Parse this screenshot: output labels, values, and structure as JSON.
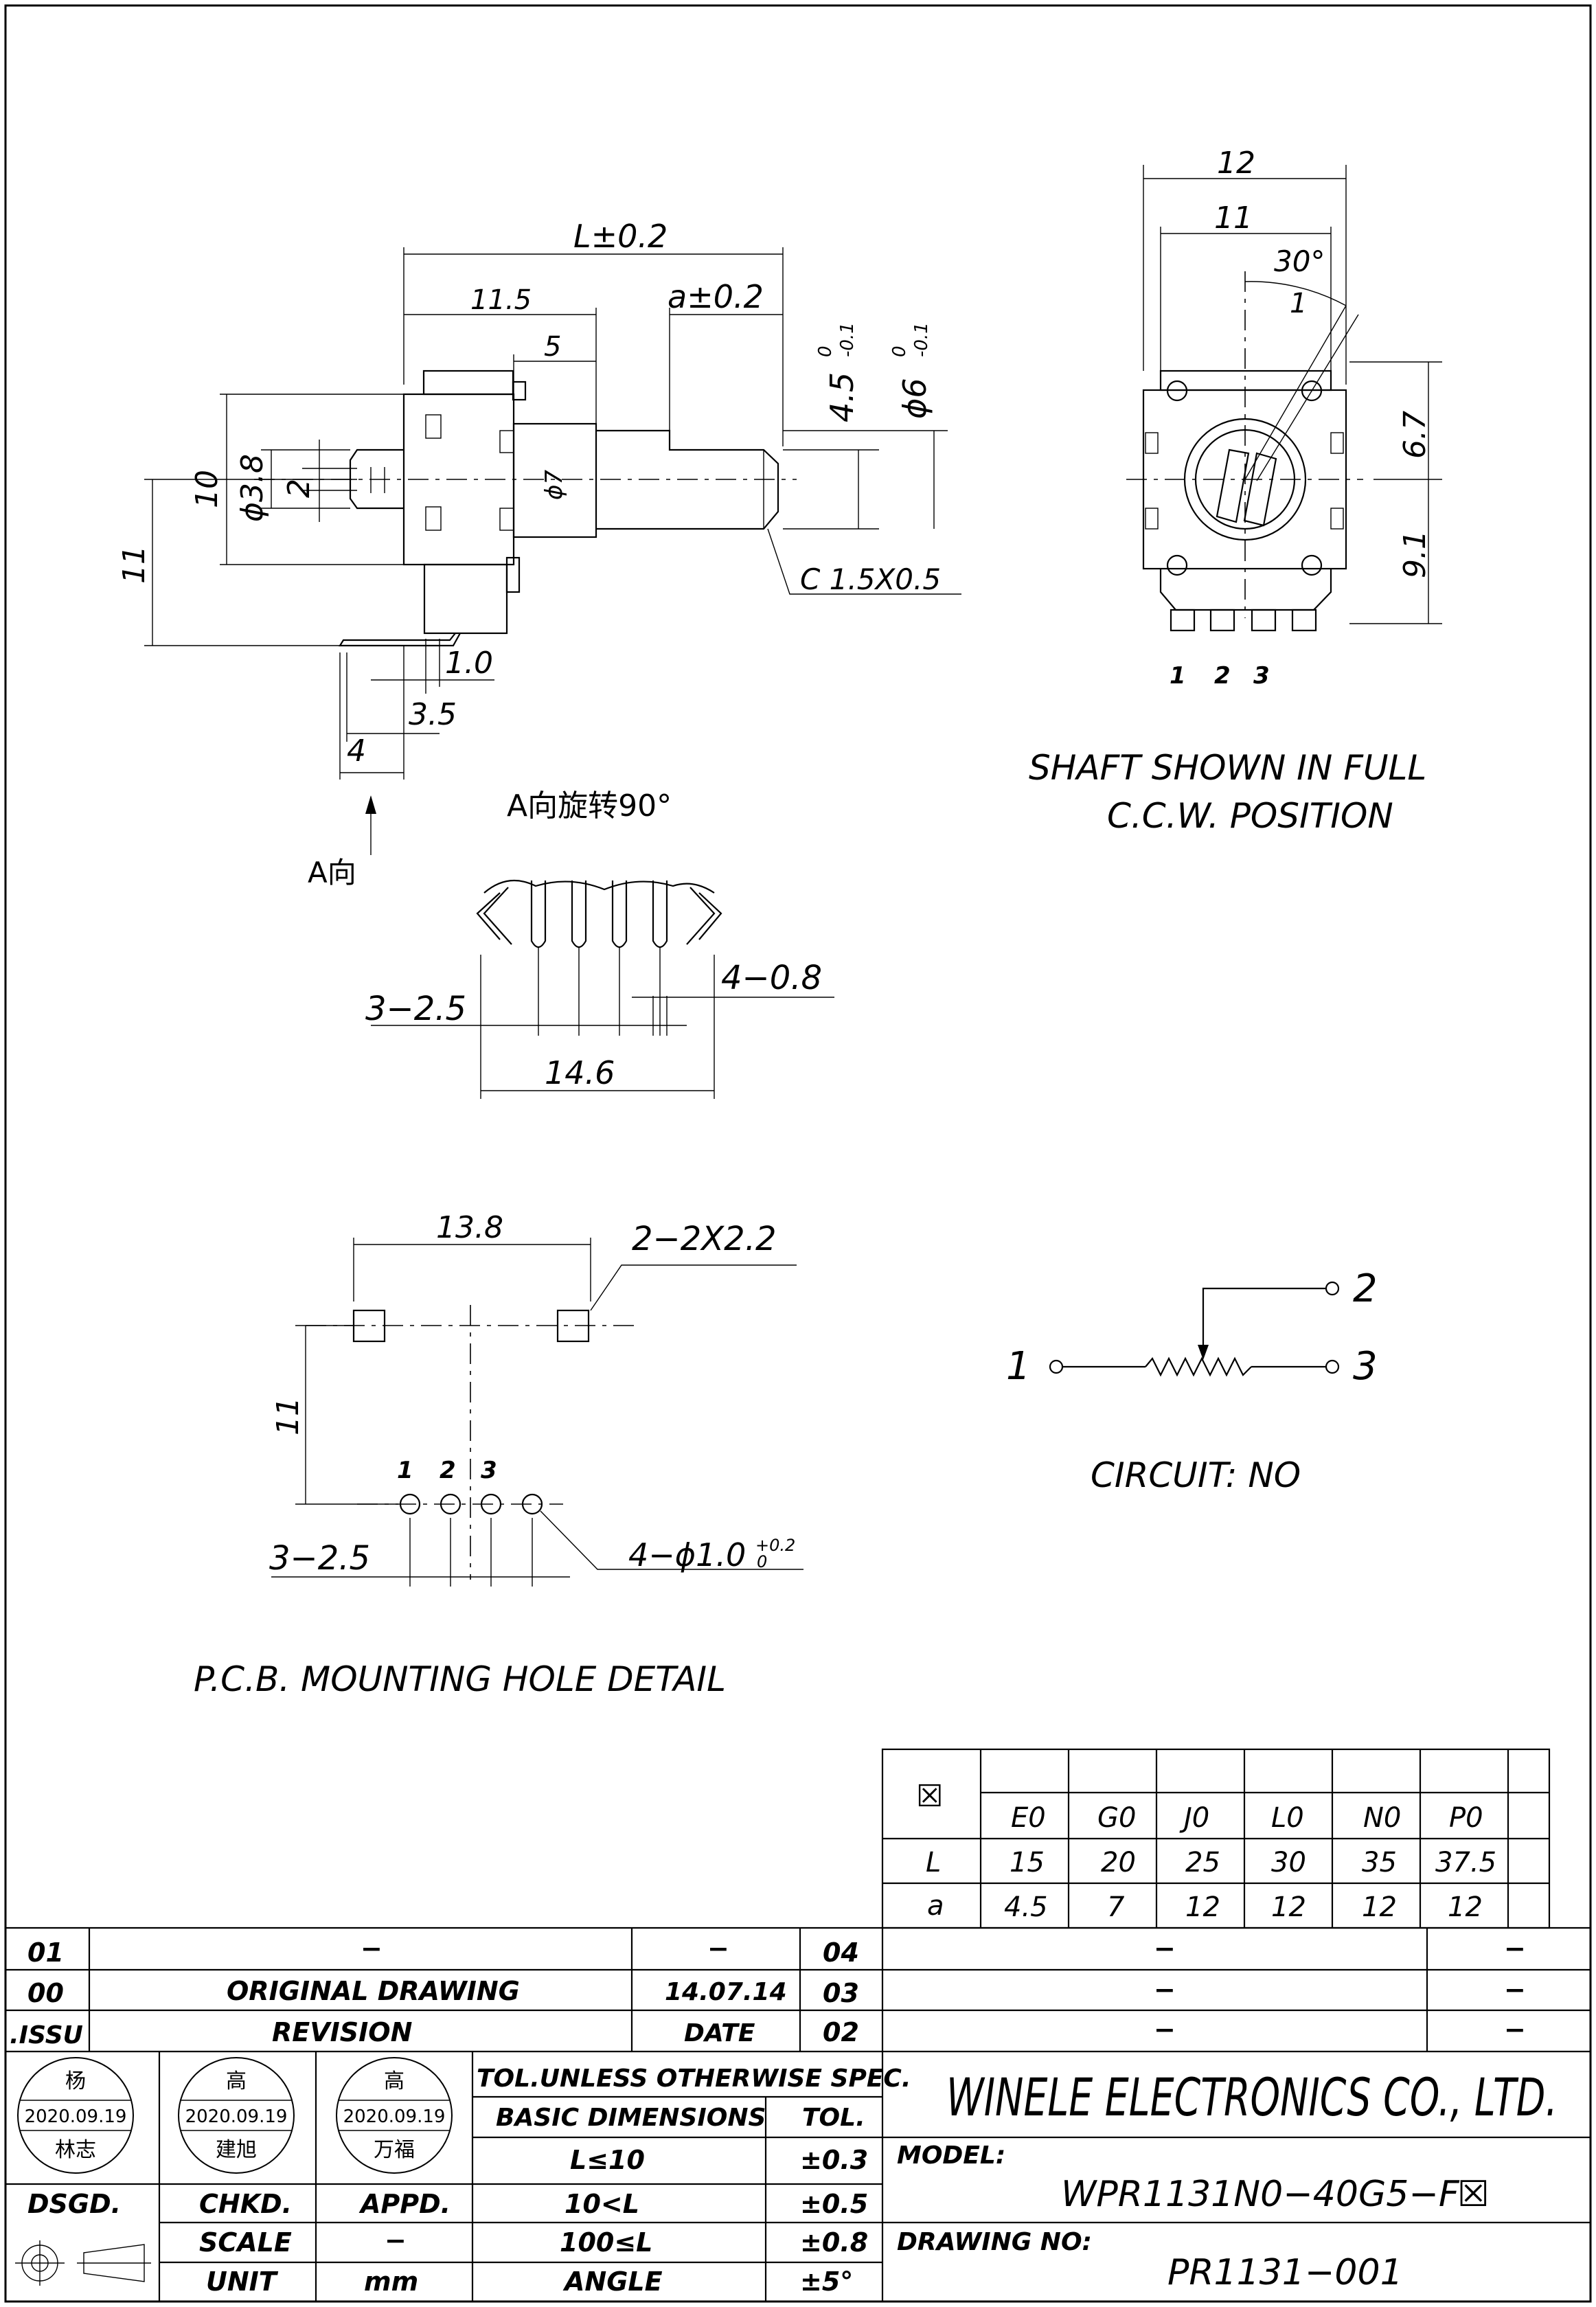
{
  "side_view": {
    "dim_L": "L±0.2",
    "dim_11_5": "11.5",
    "dim_a": "a±0.2",
    "dim_5": "5",
    "dim_4_5": "4.5",
    "dim_4_5_tol_upper": "0",
    "dim_4_5_tol_lower": "-0.1",
    "dim_phi6": "ϕ6",
    "dim_phi6_tol_upper": "0",
    "dim_phi6_tol_lower": "-0.1",
    "dim_10": "10",
    "dim_phi3_8": "ϕ3.8",
    "dim_2": "2",
    "dim_phi7": "ϕ7",
    "dim_11": "11",
    "dim_chamfer": "C 1.5X0.5",
    "dim_1_0": "1.0",
    "dim_3_5": "3.5",
    "dim_4": "4",
    "view_A_caption": "A向旋转90°",
    "arrow_A_label": "A向"
  },
  "front_view": {
    "dim_12": "12",
    "dim_11": "11",
    "dim_30deg": "30°",
    "dim_1": "1",
    "dim_6_7": "6.7",
    "dim_9_1": "9.1",
    "pin_labels": [
      "1",
      "2",
      "3"
    ],
    "caption_line1": "SHAFT SHOWN IN FULL",
    "caption_line2": "C.C.W. POSITION"
  },
  "pin_view": {
    "dim_3_2_5": "3−2.5",
    "dim_4_0_8": "4−0.8",
    "dim_14_6": "14.6"
  },
  "pcb_detail": {
    "dim_13_8": "13.8",
    "dim_2_2x2_2": "2−2X2.2",
    "dim_11": "11",
    "pin_labels": [
      "1",
      "2",
      "3"
    ],
    "dim_3_2_5": "3−2.5",
    "dim_holes": "4−ϕ1.0",
    "dim_holes_tol_upper": "+0.2",
    "dim_holes_tol_lower": "0",
    "title": "P.C.B. MOUNTING HOLE DETAIL"
  },
  "circuit": {
    "terminal_1": "1",
    "terminal_2": "2",
    "terminal_3": "3",
    "label": "CIRCUIT:  NO"
  },
  "variant_table": {
    "corner_symbol": "☒",
    "codes": [
      "E0",
      "G0",
      "J0",
      "L0",
      "N0",
      "P0"
    ],
    "row_L_label": "L",
    "row_L": [
      "15",
      "20",
      "25",
      "30",
      "35",
      "37.5"
    ],
    "row_a_label": "a",
    "row_a": [
      "4.5",
      "7",
      "12",
      "12",
      "12",
      "12"
    ]
  },
  "revisions": [
    {
      "issue": "01",
      "desc": "−",
      "date": "−",
      "right_no": "04",
      "right_desc": "−",
      "right_date": "−"
    },
    {
      "issue": "00",
      "desc": "ORIGINAL  DRAWING",
      "date": "14.07.14",
      "right_no": "03",
      "right_desc": "−",
      "right_date": "−"
    },
    {
      "issue": ".ISSU",
      "desc": "REVISION",
      "date": "DATE",
      "right_no": "02",
      "right_desc": "−",
      "right_date": "−"
    }
  ],
  "signatures": [
    {
      "top": "杨",
      "date": "2020.09.19",
      "bottom": "林志",
      "role": "DSGD."
    },
    {
      "top": "高",
      "date": "2020.09.19",
      "bottom": "建旭",
      "role": "CHKD."
    },
    {
      "top": "高",
      "date": "2020.09.19",
      "bottom": "万福",
      "role": "APPD."
    }
  ],
  "tolerance": {
    "header": "TOL.UNLESS OTHERWISE SPEC.",
    "col_basic": "BASIC DIMENSIONS",
    "col_tol": "TOL.",
    "rows": [
      {
        "dim": "L≤10",
        "tol": "±0.3"
      },
      {
        "dim": "10<L",
        "tol": "±0.5"
      },
      {
        "dim": "100≤L",
        "tol": "±0.8"
      },
      {
        "dim": "ANGLE",
        "tol": "±5°"
      }
    ]
  },
  "scale": {
    "label": "SCALE",
    "value": "−"
  },
  "unit": {
    "label": "UNIT",
    "value": "mm"
  },
  "company": "WINELE ELECTRONICS CO., LTD.",
  "model_label": "MODEL:",
  "model_value": "WPR1131N0−40G5−F",
  "model_box": "☒",
  "drawing_no_label": "DRAWING NO:",
  "drawing_no_value": "PR1131−001"
}
